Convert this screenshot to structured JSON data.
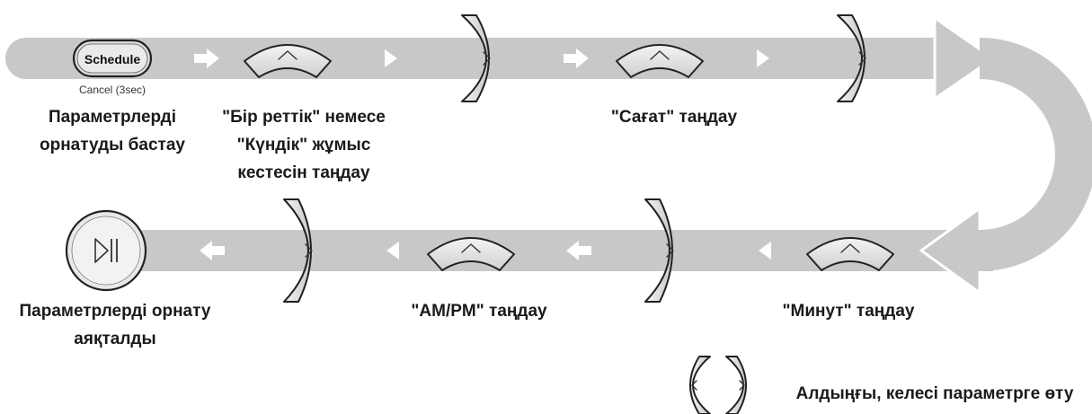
{
  "steps": {
    "start": {
      "button_label": "Schedule",
      "sub_label": "Cancel (3sec)",
      "line1": "Параметрлерді",
      "line2": "орнатуды бастау"
    },
    "mode": {
      "line1": "\"Бір реттік\" немесе",
      "line2": "\"Күндік\" жұмыс",
      "line3": "кестесін таңдау"
    },
    "hour": {
      "line1": "\"Сағат\" таңдау"
    },
    "minute": {
      "line1": "\"Минут\" таңдау"
    },
    "ampm": {
      "line1": "\"AM/PM\" таңдау"
    },
    "finish": {
      "line1": "Параметрлерді орнату",
      "line2": "аяқталды"
    }
  },
  "legend": {
    "text": "Алдыңғы, келесі параметрге өту"
  },
  "colors": {
    "band": "#c8c8c8",
    "key_fill": "#e6e6e6",
    "white_mark": "#ffffff",
    "text": "#1a1a1a"
  },
  "icons": [
    "up-chevron-key",
    "right-chevron-key",
    "left-chevron-key",
    "play-pause-icon",
    "arrow-right",
    "arrow-left",
    "triangle-right",
    "triangle-left"
  ]
}
